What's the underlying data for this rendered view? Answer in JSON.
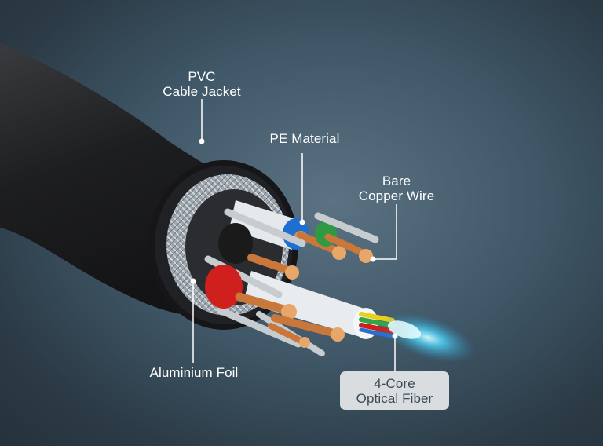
{
  "labels": {
    "jacket": {
      "line1": "PVC",
      "line2": "Cable Jacket"
    },
    "pe_material": "PE Material",
    "bare_copper": {
      "line1": "Bare",
      "line2": "Copper Wire"
    },
    "aluminium_foil": "Aluminium Foil",
    "optical_fiber": {
      "line1": "4-Core",
      "line2": "Optical Fiber"
    }
  },
  "colors": {
    "background": "#3f5767",
    "jacket": "#1c1c1e",
    "conductor_blue": "#1f6fd0",
    "conductor_green": "#2f9a43",
    "conductor_red": "#d0201e",
    "conductor_black": "#1a1a1a",
    "copper": "#d98b4c",
    "fiber_glow": "#4fd8ff",
    "fiber_label_bg": "#d9dde0"
  }
}
